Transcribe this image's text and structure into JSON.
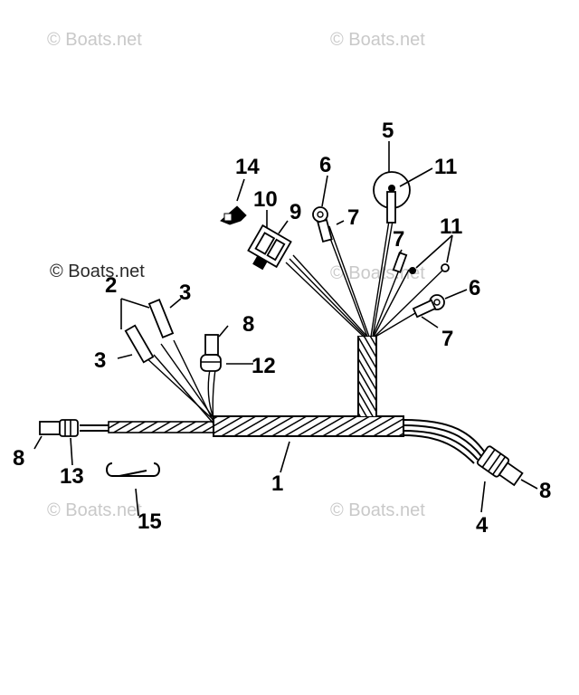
{
  "watermark": {
    "text": "© Boats.net"
  },
  "callouts": {
    "c1": "1",
    "c2": "2",
    "c3a": "3",
    "c3b": "3",
    "c4": "4",
    "c5": "5",
    "c6a": "6",
    "c6b": "6",
    "c7a": "7",
    "c7b": "7",
    "c7c": "7",
    "c8a": "8",
    "c8b": "8",
    "c8c": "8",
    "c9": "9",
    "c10": "10",
    "c11a": "11",
    "c11b": "11",
    "c12": "12",
    "c13": "13",
    "c14": "14",
    "c15": "15"
  },
  "colors": {
    "line": "#000000",
    "watermark": "#c9c9c9",
    "background": "#ffffff"
  }
}
